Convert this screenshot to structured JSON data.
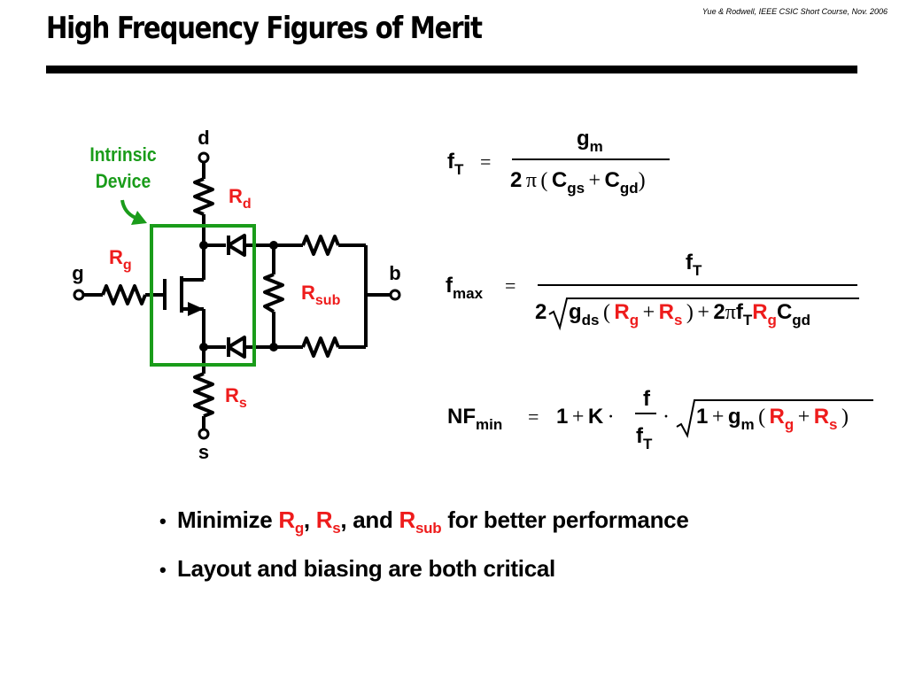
{
  "slide": {
    "title": "High Frequency Figures of Merit",
    "credit": "Yue & Rodwell, IEEE CSIC Short Course, Nov. 2006"
  },
  "circuit": {
    "annotation_line1": "Intrinsic",
    "annotation_line2": "Device",
    "terminal_d": "d",
    "terminal_g": "g",
    "terminal_b": "b",
    "terminal_s": "s",
    "rd_main": "R",
    "rd_sub": "d",
    "rg_main": "R",
    "rg_sub": "g",
    "rs_main": "R",
    "rs_sub": "s",
    "rsub_main": "R",
    "rsub_sub": "sub",
    "colors": {
      "annotation": "#1a9c1a",
      "resistor_labels": "#ee1c1c",
      "box": "#1a9c1a"
    }
  },
  "equations": {
    "ft": {
      "lhs_main": "f",
      "lhs_sub": "T",
      "eq": "=",
      "num_main": "g",
      "num_sub": "m",
      "den_two": "2",
      "den_pi": "π",
      "den_open": "(",
      "den_c1": "C",
      "den_c1_sub": "gs",
      "den_plus": "+",
      "den_c2": "C",
      "den_c2_sub": "gd",
      "den_close": ")"
    },
    "fmax": {
      "lhs_main": "f",
      "lhs_sub": "max",
      "eq": "=",
      "num_main": "f",
      "num_sub": "T",
      "two": "2",
      "g": "g",
      "g_sub": "ds",
      "open": "(",
      "r1": "R",
      "r1_sub": "g",
      "plus1": "+",
      "r2": "R",
      "r2_sub": "s",
      "close": ")",
      "plus2": "+",
      "two_pi": "2",
      "pi": "π",
      "ft": "f",
      "ft_sub": "T",
      "rg": "R",
      "rg_sub": "g",
      "c": "C",
      "c_sub": "gd"
    },
    "nfmin": {
      "lhs_main": "NF",
      "lhs_sub": "min",
      "eq": "=",
      "one": "1",
      "plus1": "+",
      "k": "K",
      "dot1": "·",
      "frac_num": "f",
      "frac_den_main": "f",
      "frac_den_sub": "T",
      "dot2": "·",
      "r_one": "1",
      "r_plus": "+",
      "g": "g",
      "g_sub": "m",
      "open": "(",
      "r1": "R",
      "r1_sub": "g",
      "plus2": "+",
      "r2": "R",
      "r2_sub": "s",
      "close": ")"
    }
  },
  "bullets": {
    "b1_pre": "Minimize ",
    "b1_r1": "R",
    "b1_r1_sub": "g",
    "b1_sep1": ", ",
    "b1_r2": "R",
    "b1_r2_sub": "s",
    "b1_sep2": ", and ",
    "b1_r3": "R",
    "b1_r3_sub": "sub",
    "b1_post": " for better performance",
    "b2": "Layout and biasing are both critical",
    "marker": "•"
  }
}
